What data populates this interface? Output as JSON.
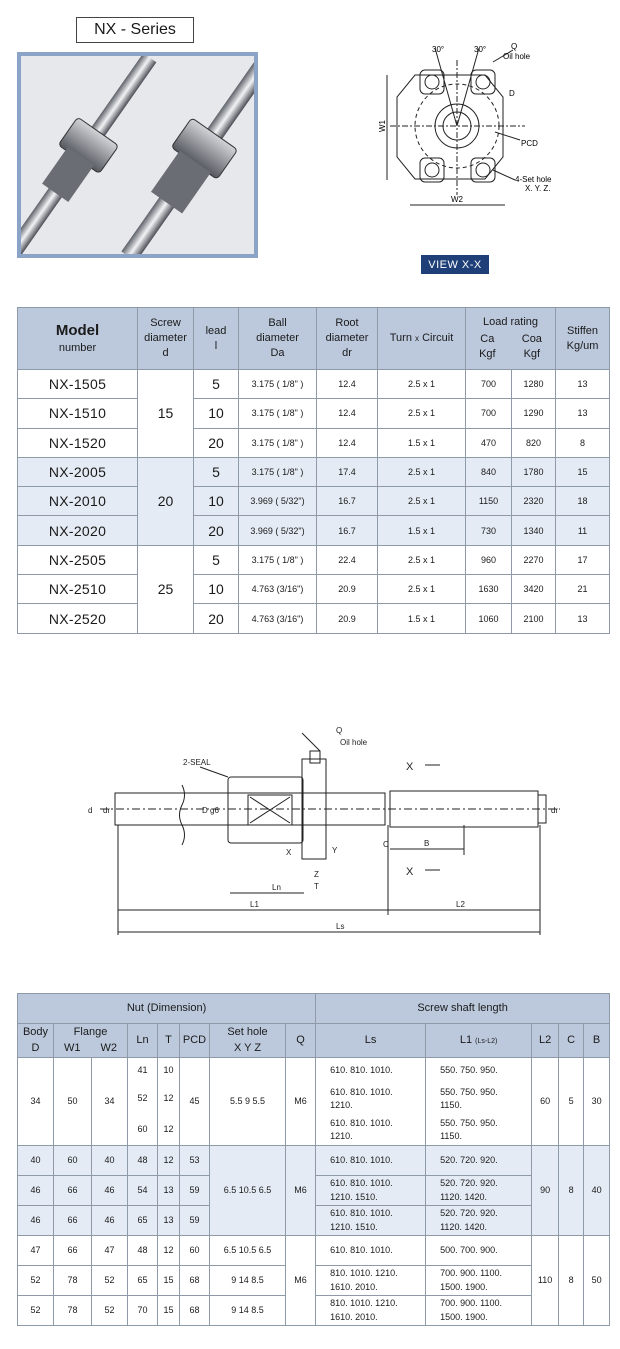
{
  "series_title": "NX - Series",
  "view_label": "VIEW  X-X",
  "view_drawing": {
    "angle_left": "30°",
    "angle_right": "30°",
    "q": "Q",
    "oil_hole": "Oil hole",
    "d": "D",
    "w1": "W1",
    "pcd": "PCD",
    "set_hole": "4-Set hole",
    "xyz": "X. Y. Z.",
    "w2": "W2"
  },
  "spec_table": {
    "headers": {
      "model": "Model",
      "model_sub": "number",
      "screw": "Screw",
      "screw_2": "diameter",
      "screw_3": "d",
      "lead": "lead",
      "lead_2": "l",
      "ball": "Ball",
      "ball_2": "diameter",
      "ball_3": "Da",
      "root": "Root",
      "root_2": "diameter",
      "root_3": "dr",
      "turn": "Turn",
      "turn_x": "x",
      "circuit": "Circuit",
      "load": "Load  rating",
      "ca": "Ca",
      "ca_unit": "Kgf",
      "coa": "Coa",
      "coa_unit": "Kgf",
      "stiff": "Stiffen",
      "stiff_unit": "Kg/um"
    },
    "groups": [
      {
        "diameter": "15",
        "rows": [
          {
            "model": "NX-1505",
            "lead": "5",
            "ball": "3.175 ( 1/8\" )",
            "root": "12.4",
            "turn": "2.5   x 1",
            "ca": "700",
            "coa": "1280",
            "stiff": "13"
          },
          {
            "model": "NX-1510",
            "lead": "10",
            "ball": "3.175 ( 1/8\" )",
            "root": "12.4",
            "turn": "2.5   x 1",
            "ca": "700",
            "coa": "1290",
            "stiff": "13"
          },
          {
            "model": "NX-1520",
            "lead": "20",
            "ball": "3.175 ( 1/8\" )",
            "root": "12.4",
            "turn": "1.5   x 1",
            "ca": "470",
            "coa": "820",
            "stiff": "8"
          }
        ]
      },
      {
        "diameter": "20",
        "rows": [
          {
            "model": "NX-2005",
            "lead": "5",
            "ball": "3.175 ( 1/8\" )",
            "root": "17.4",
            "turn": "2.5   x 1",
            "ca": "840",
            "coa": "1780",
            "stiff": "15"
          },
          {
            "model": "NX-2010",
            "lead": "10",
            "ball": "3.969 ( 5/32\")",
            "root": "16.7",
            "turn": "2.5   x 1",
            "ca": "1150",
            "coa": "2320",
            "stiff": "18"
          },
          {
            "model": "NX-2020",
            "lead": "20",
            "ball": "3.969 ( 5/32\")",
            "root": "16.7",
            "turn": "1.5   x 1",
            "ca": "730",
            "coa": "1340",
            "stiff": "11"
          }
        ]
      },
      {
        "diameter": "25",
        "rows": [
          {
            "model": "NX-2505",
            "lead": "5",
            "ball": "3.175 ( 1/8\" )",
            "root": "22.4",
            "turn": "2.5   x 1",
            "ca": "960",
            "coa": "2270",
            "stiff": "17"
          },
          {
            "model": "NX-2510",
            "lead": "10",
            "ball": "4.763 (3/16\")",
            "root": "20.9",
            "turn": "2.5   x 1",
            "ca": "1630",
            "coa": "3420",
            "stiff": "21"
          },
          {
            "model": "NX-2520",
            "lead": "20",
            "ball": "4.763 (3/16\")",
            "root": "20.9",
            "turn": "1.5   x 1",
            "ca": "1060",
            "coa": "2100",
            "stiff": "13"
          }
        ]
      }
    ]
  },
  "side_drawing": {
    "q": "Q",
    "oil_hole": "Oil hole",
    "seal": "2-SEAL",
    "x_top": "X",
    "x_bottom": "X",
    "d": "d",
    "dr_left": "dr",
    "dr_right": "dr",
    "dg6": "D g6",
    "c": "C",
    "b": "B",
    "x_small": "X",
    "y": "Y",
    "z": "Z",
    "t": "T",
    "ln": "Ln",
    "l1": "L1",
    "l2": "L2",
    "ls": "Ls"
  },
  "dim_table": {
    "headers": {
      "nut": "Nut (Dimension)",
      "shaft": "Screw  shaft  length",
      "body": "Body",
      "body_d": "D",
      "flange": "Flange",
      "w1": "W1",
      "w2": "W2",
      "ln": "Ln",
      "t": "T",
      "pcd": "PCD",
      "sethole": "Set hole",
      "xyz": "X     Y     Z",
      "q": "Q",
      "ls": "Ls",
      "l1": "L1",
      "l1_note": "(Ls-L2)",
      "l2": "L2",
      "c": "C",
      "b": "B"
    },
    "group1": {
      "d": "34",
      "w1": "50",
      "w2": "34",
      "pcd": "45",
      "sethole": "5.5    9    5.5",
      "q": "M6",
      "l2": "60",
      "c": "5",
      "b": "30",
      "rows": [
        {
          "ln": "41",
          "t": "10",
          "ls": "610.  810.  1010.",
          "ls2": "",
          "l1": "550.  750.  950.",
          "l1_2": ""
        },
        {
          "ln": "52",
          "t": "12",
          "ls": "610.  810.  1010.",
          "ls2": "1210.",
          "l1": "550.  750.  950.",
          "l1_2": "1150."
        },
        {
          "ln": "60",
          "t": "12",
          "ls": "610.  810.  1010.",
          "ls2": "1210.",
          "l1": "550.  750.  950.",
          "l1_2": "1150."
        }
      ]
    },
    "group2": {
      "sethole": "6.5  10.5  6.5",
      "q": "M6",
      "l2": "90",
      "c": "8",
      "b": "40",
      "rows": [
        {
          "d": "40",
          "w1": "60",
          "w2": "40",
          "ln": "48",
          "t": "12",
          "pcd": "53",
          "ls": "610.  810.  1010.",
          "ls2": "",
          "l1": "520.  720.  920.",
          "l1_2": ""
        },
        {
          "d": "46",
          "w1": "66",
          "w2": "46",
          "ln": "54",
          "t": "13",
          "pcd": "59",
          "ls": "610.  810.  1010.",
          "ls2": "1210.  1510.",
          "l1": "520.  720.  920.",
          "l1_2": "1120.  1420."
        },
        {
          "d": "46",
          "w1": "66",
          "w2": "46",
          "ln": "65",
          "t": "13",
          "pcd": "59",
          "ls": "610.  810.  1010.",
          "ls2": "1210.  1510.",
          "l1": "520.  720.  920.",
          "l1_2": "1120.  1420."
        }
      ]
    },
    "group3": {
      "q": "M6",
      "l2": "110",
      "c": "8",
      "b": "50",
      "rows": [
        {
          "d": "47",
          "w1": "66",
          "w2": "47",
          "ln": "48",
          "t": "12",
          "pcd": "60",
          "sethole": "6.5  10.5  6.5",
          "ls": "610.  810.  1010.",
          "ls2": "",
          "l1": "500.  700.  900.",
          "l1_2": ""
        },
        {
          "d": "52",
          "w1": "78",
          "w2": "52",
          "ln": "65",
          "t": "15",
          "pcd": "68",
          "sethole": "9     14    8.5",
          "ls": "810.  1010.  1210.",
          "ls2": "1610.  2010.",
          "l1": "700.  900.  1100.",
          "l1_2": "1500.  1900."
        },
        {
          "d": "52",
          "w1": "78",
          "w2": "52",
          "ln": "70",
          "t": "15",
          "pcd": "68",
          "sethole": "9     14    8.5",
          "ls": "810.  1010.  1210.",
          "ls2": "1610.  2010.",
          "l1": "700.  900.  1100.",
          "l1_2": "1500.  1900."
        }
      ]
    }
  }
}
